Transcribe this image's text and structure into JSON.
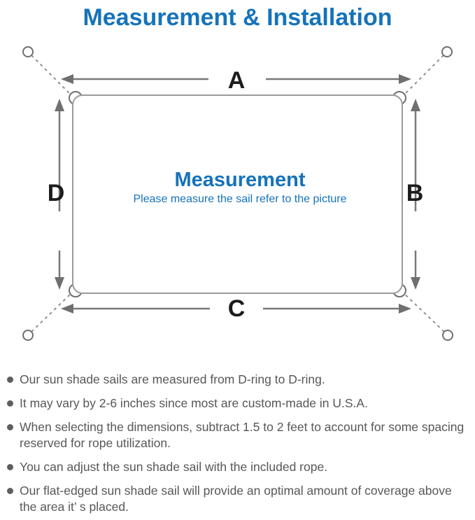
{
  "title": "Measurement & Installation",
  "diagram": {
    "center_title": "Measurement",
    "center_subtitle": "Please measure the sail refer to the picture",
    "labels": {
      "top": "A",
      "right": "B",
      "bottom": "C",
      "left": "D"
    }
  },
  "colors": {
    "accent_blue": "#1573ba",
    "line_gray": "#8f8f8f",
    "arrow_gray": "#6f6f6f",
    "label_black": "#1c1c1c",
    "note_text_gray": "#575757"
  },
  "notes": [
    "Our sun shade sails are measured from D-ring to D-ring.",
    "It may vary by 2-6 inches since most are custom-made in U.S.A.",
    "When selecting the dimensions, subtract 1.5 to 2 feet to account for some spacing reserved for rope utilization.",
    "You can adjust the sun shade sail with the included rope.",
    "Our flat-edged sun shade sail will provide an optimal amount of coverage above the area it’ s placed."
  ]
}
